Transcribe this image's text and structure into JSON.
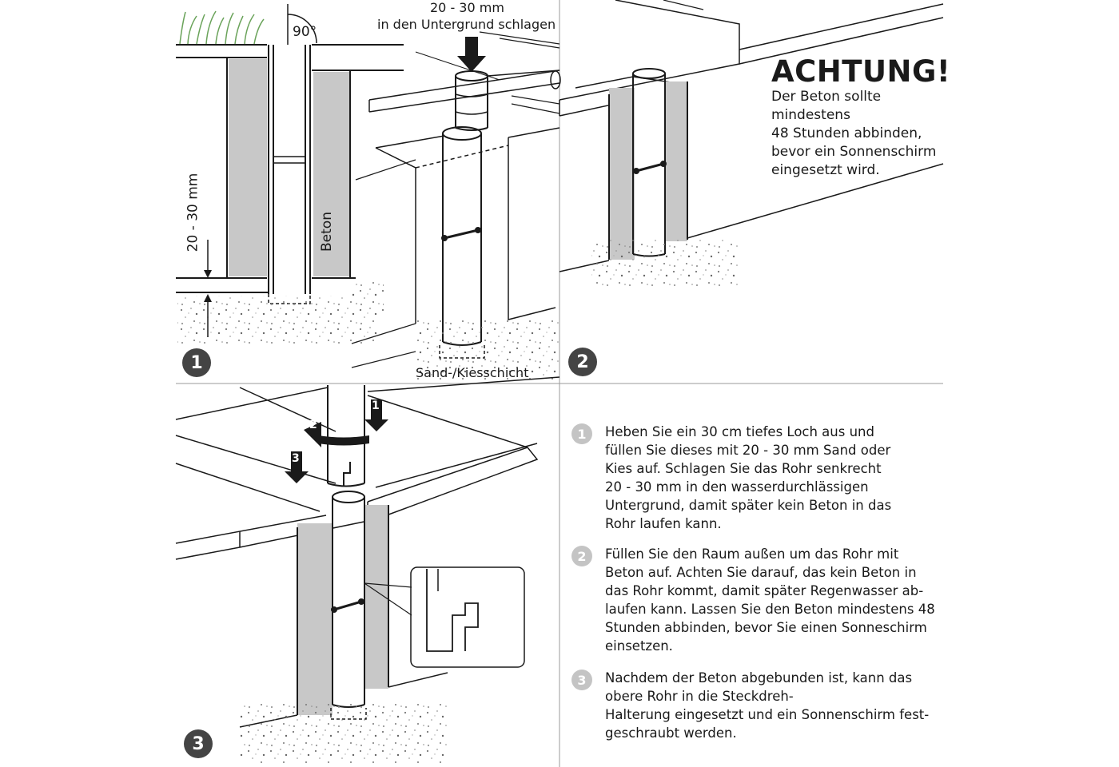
{
  "panel1": {
    "angle_label": "90°",
    "dimension_label": "20 - 30 mm",
    "beton_label": "Beton",
    "top_label_line1": "20 - 30 mm",
    "top_label_line2": "in den Untergrund schlagen",
    "sand_label": "Sand-/Kiesschicht",
    "badge": "1"
  },
  "panel2": {
    "badge": "2",
    "warning_title": "ACHTUNG!",
    "warning_lines": [
      "Der Beton sollte",
      "mindestens",
      "48 Stunden abbinden,",
      "bevor ein Sonnenschirm",
      "eingesetzt wird."
    ]
  },
  "panel3": {
    "badge": "3",
    "arrow_labels": [
      "1",
      "2",
      "3"
    ]
  },
  "instructions": [
    {
      "number": "1",
      "lines": [
        "Heben Sie ein 30 cm tiefes Loch aus und",
        "füllen Sie dieses mit 20 - 30 mm Sand oder",
        "Kies auf. Schlagen Sie das Rohr senkrecht",
        "20 - 30 mm in den wasserdurchlässigen",
        "Untergrund, damit später kein Beton in das",
        "Rohr laufen kann."
      ]
    },
    {
      "number": "2",
      "lines": [
        "Füllen Sie den Raum außen um das Rohr mit",
        "Beton auf. Achten Sie darauf, das kein Beton in",
        "das Rohr kommt, damit später Regenwasser ab-",
        "laufen kann. Lassen Sie den Beton mindestens 48",
        "Stunden abbinden, bevor Sie einen Sonneschirm",
        "einsetzen."
      ]
    },
    {
      "number": "3",
      "lines": [
        "Nachdem der Beton abgebunden ist, kann das",
        "obere Rohr in die Steckdreh-",
        "Halterung eingesetzt und ein Sonnenschirm fest-",
        "geschraubt werden."
      ]
    }
  ],
  "colors": {
    "beton": "#c8c8c8",
    "line": "#1a1a1a",
    "badge_dark": "#444444",
    "badge_light": "#c4c4c4",
    "grass": "#7fb36a"
  }
}
